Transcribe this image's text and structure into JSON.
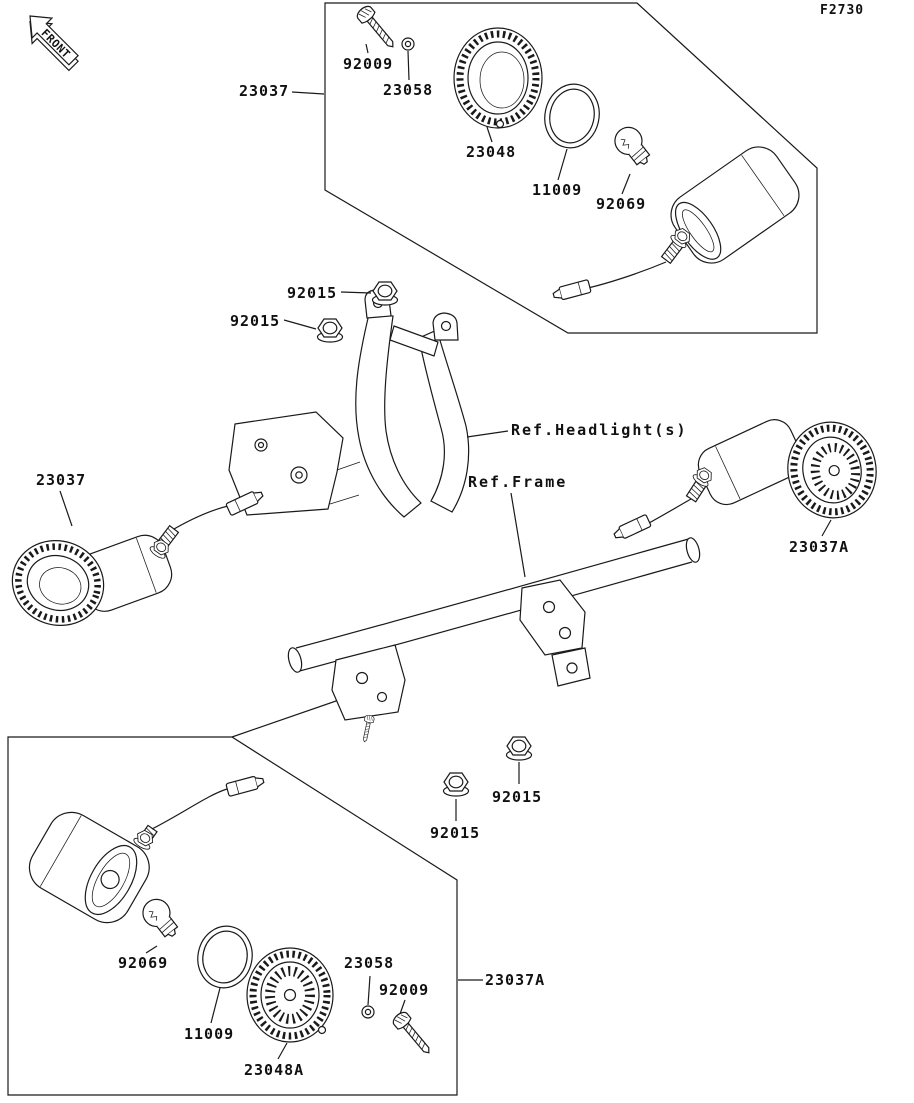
{
  "figure": {
    "code": "F2730"
  },
  "front_marker": {
    "label": "FRONT"
  },
  "colors": {
    "line": "#1a1a1a",
    "background": "#ffffff"
  },
  "labels": {
    "top_assembly_box": "23037",
    "top_screw": "92009",
    "top_washer": "23058",
    "top_lens": "23048",
    "top_gasket": "11009",
    "top_bulb": "92069",
    "bracket_nut_upper": "92015",
    "bracket_nut_lower": "92015",
    "ref_headlight": "Ref.Headlight(s)",
    "left_signal": "23037",
    "ref_frame": "Ref.Frame",
    "right_signal": "23037A",
    "frame_nut_upper": "92015",
    "frame_nut_lower": "92015",
    "bottom_bulb": "92069",
    "bottom_washer": "23058",
    "bottom_screw": "92009",
    "bottom_assembly_box": "23037A",
    "bottom_gasket": "11009",
    "bottom_lens": "23048A"
  }
}
